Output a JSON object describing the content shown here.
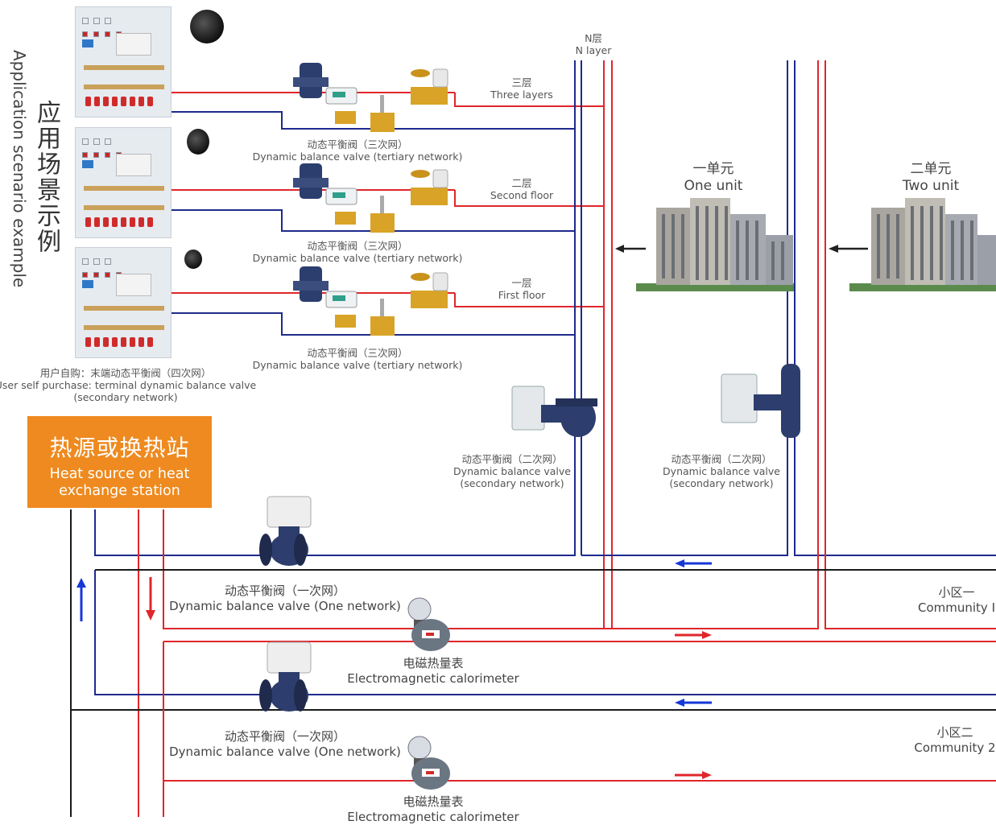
{
  "title_cn": "应用场景示例",
  "title_en": "Application scenario example",
  "heat_source": {
    "cn": "热源或换热站",
    "en_line1": "Heat source or heat",
    "en_line2": "exchange station"
  },
  "user_purchase": {
    "line1": "用户自购：末端动态平衡阀（四次网）",
    "line2": "User self purchase: terminal dynamic balance valve",
    "line3": "(secondary network)"
  },
  "floors": [
    {
      "cn": "三层",
      "en": "Three layers"
    },
    {
      "cn": "二层",
      "en": "Second floor"
    },
    {
      "cn": "一层",
      "en": "First floor"
    }
  ],
  "n_layer": {
    "cn": "N层",
    "en": "N layer"
  },
  "tertiary_valves": [
    {
      "cn": "动态平衡阀（三次网）",
      "en": "Dynamic balance valve (tertiary network)"
    },
    {
      "cn": "动态平衡阀（三次网）",
      "en": "Dynamic balance valve (tertiary network)"
    },
    {
      "cn": "动态平衡阀（三次网）",
      "en": "Dynamic balance valve (tertiary network)"
    }
  ],
  "secondary_valves": [
    {
      "cn": "动态平衡阀（二次网）",
      "en1": "Dynamic balance valve",
      "en2": "(secondary network)"
    },
    {
      "cn": "动态平衡阀（二次网）",
      "en1": "Dynamic balance valve",
      "en2": "(secondary network)"
    }
  ],
  "units": [
    {
      "cn": "一单元",
      "en": "One unit"
    },
    {
      "cn": "二单元",
      "en": "Two unit"
    }
  ],
  "primary_valves": [
    {
      "cn": "动态平衡阀（一次网）",
      "en": "Dynamic balance valve (One network)"
    },
    {
      "cn": "动态平衡阀（一次网）",
      "en": "Dynamic balance valve (One network)"
    }
  ],
  "calorimeters": [
    {
      "cn": "电磁热量表",
      "en": "Electromagnetic calorimeter"
    },
    {
      "cn": "电磁热量表",
      "en": "Electromagnetic calorimeter"
    }
  ],
  "communities": [
    {
      "cn": "小区一",
      "en": "Community I"
    },
    {
      "cn": "小区二",
      "en": "Community 2"
    }
  ],
  "colors": {
    "supply": "#e0262b",
    "return": "#1f2a8c",
    "neutral": "#1a1a1a",
    "source_box": "#ee8a1f",
    "flow_blue": "#1638d6"
  }
}
